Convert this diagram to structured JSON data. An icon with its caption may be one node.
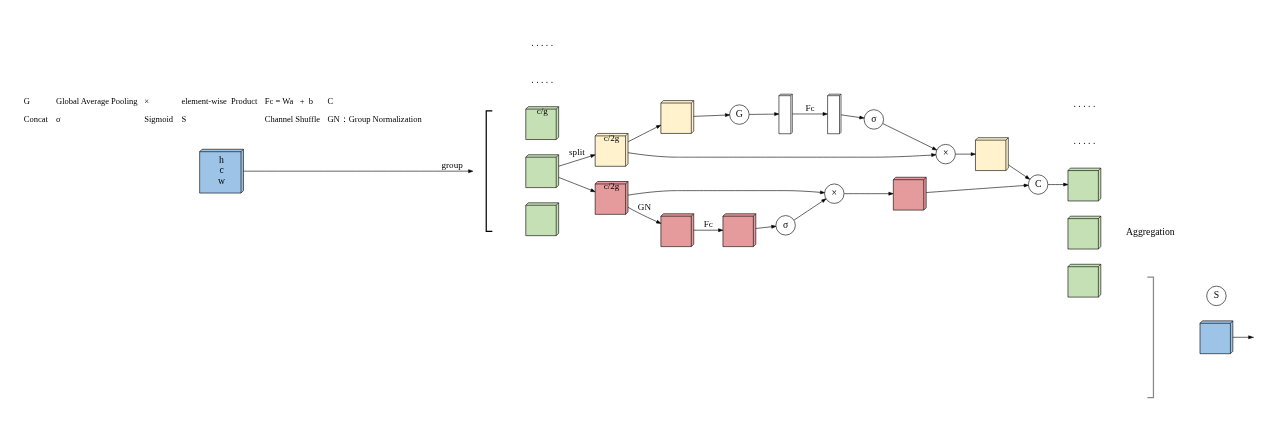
{
  "diagram": {
    "nodes": [
      {
        "text": [
          "h",
          "c",
          "w"
        ]
      },
      {
        "text": [],
        "shape": "brace"
      },
      {
        "text": [
          "c/g"
        ]
      },
      {
        "text": [],
        "shape": "cube"
      },
      {
        "text": [],
        "shape": "cube"
      },
      {
        "text": [
          "c/2g"
        ]
      },
      {
        "text": [
          "c/2g"
        ]
      },
      {
        "text": [],
        "shape": "cube"
      },
      {
        "text": [
          "G"
        ]
      },
      {
        "text": [],
        "shape": "bar"
      },
      {
        "text": [],
        "shape": "bar"
      },
      {
        "text": [
          "σ"
        ]
      },
      {
        "text": [
          "×"
        ]
      },
      {
        "text": [],
        "shape": "cube"
      },
      {
        "text": [
          "×"
        ]
      },
      {
        "text": [],
        "shape": "cube"
      },
      {
        "text": [],
        "shape": "cube"
      },
      {
        "text": [],
        "shape": "cube"
      },
      {
        "text": [
          "σ"
        ]
      },
      {
        "text": [
          "C"
        ]
      },
      {
        "text": [],
        "shape": "cube"
      },
      {
        "text": [],
        "shape": "cube"
      },
      {
        "text": [],
        "shape": "cube"
      },
      {
        "text": [],
        "shape": "brace"
      },
      {
        "text": [],
        "shape": "cube"
      },
      {
        "text": [
          "S"
        ]
      }
    ],
    "edges": [
      {
        "from": 0,
        "to": 1,
        "arrow": "to",
        "label": "group"
      },
      {
        "from": 3,
        "to": 5,
        "arrow": "to",
        "label": "split"
      },
      {
        "from": 3,
        "to": 6,
        "arrow": "to"
      },
      {
        "from": 5,
        "to": 7,
        "arrow": "to"
      },
      {
        "from": 7,
        "to": 8,
        "arrow": "to"
      },
      {
        "from": 8,
        "to": 9,
        "arrow": "to"
      },
      {
        "from": 9,
        "to": 10,
        "arrow": "to",
        "label": "Fc"
      },
      {
        "from": 10,
        "to": 11,
        "arrow": "to"
      },
      {
        "from": 11,
        "to": 12,
        "arrow": "to"
      },
      {
        "from": 5,
        "to": 12,
        "arrow": "to"
      },
      {
        "from": 12,
        "to": 13,
        "arrow": "to"
      },
      {
        "from": 13,
        "to": 19,
        "arrow": "to"
      },
      {
        "from": 6,
        "to": 14,
        "arrow": "to"
      },
      {
        "from": 14,
        "to": 15,
        "arrow": "to"
      },
      {
        "from": 15,
        "to": 19,
        "arrow": "to"
      },
      {
        "from": 6,
        "to": 16,
        "arrow": "to",
        "label": "GN"
      },
      {
        "from": 16,
        "to": 17,
        "arrow": "to",
        "label": "Fc"
      },
      {
        "from": 17,
        "to": 18,
        "arrow": "to"
      },
      {
        "from": 18,
        "to": 14,
        "arrow": "to"
      },
      {
        "from": 19,
        "to": 21,
        "arrow": "to"
      },
      {
        "from": 24,
        "to": null,
        "arrow": "to"
      }
    ],
    "labels": [
      ". . . . .",
      ". . . . .",
      ". . . . .",
      ". . . . .",
      "Aggregation",
      "G",
      "Global Average Pooling",
      "×",
      "element-wise  Product",
      "Fc = Wa   +  b",
      "C",
      "Concat",
      "σ",
      "Sigmoid",
      "S",
      "Channel Shuffle",
      "GN：Group Normalization"
    ]
  }
}
